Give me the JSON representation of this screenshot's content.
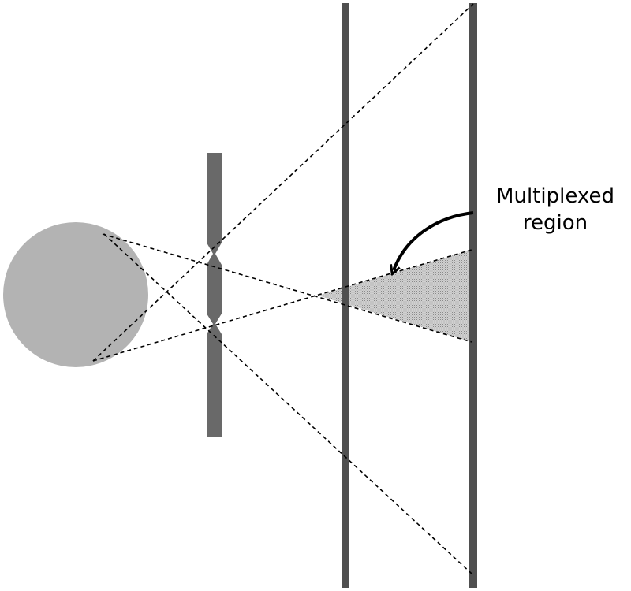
{
  "annotation": {
    "label": "Multiplexed\nregion"
  },
  "colors": {
    "source": "#b3b3b3",
    "mask": "#696969",
    "detector": "#4f4f4f",
    "rays": "#000000",
    "multiplexed_fill": "#c8c8c8",
    "background": "#ffffff"
  },
  "elements": {
    "source": "circular-source",
    "mask": "coded-aperture-mask-with-two-pinholes",
    "detectors": [
      "detector-plane-near",
      "detector-plane-far"
    ],
    "highlighted_region": "multiplexed-region"
  }
}
